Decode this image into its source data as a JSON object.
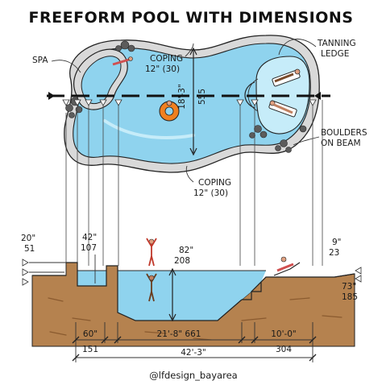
{
  "title": "FREEFORM POOL WITH DIMENSIONS",
  "labels": {
    "spa": "SPA",
    "coping_top_1": "COPING",
    "coping_top_2": "12\" (30)",
    "width_imperial": "18'-3\"",
    "width_metric": "555",
    "tanning_1": "TANNING",
    "tanning_2": "LEDGE",
    "boulders_1": "BOULDERS",
    "boulders_2": "ON BEAM",
    "coping_bot_1": "COPING",
    "coping_bot_2": "12\" (30)"
  },
  "section": {
    "left_raise_imperial": "20\"",
    "left_raise_metric": "51",
    "spa_depth_imperial": "42\"",
    "spa_depth_metric": "107",
    "deep_imperial": "82\"",
    "deep_metric": "208",
    "ledge_imperial": "9\"",
    "ledge_metric": "23",
    "right_imperial": "73\"",
    "right_metric": "185"
  },
  "dims": {
    "spa_len_imperial": "60\"",
    "spa_len_metric": "151",
    "mid_len": "21'-8\"  661",
    "ledge_len_imperial": "10'-0\"",
    "ledge_len_metric": "304",
    "total_len": "42'-3\""
  },
  "credit": "@lfdesign_bayarea",
  "colors": {
    "water": "#8fd3ee",
    "water_light": "#c6ecf9",
    "coping": "#d9d9d9",
    "soil": "#b5824f",
    "soil_dark": "#8a5a2f",
    "rock": "#5c5c5c"
  }
}
